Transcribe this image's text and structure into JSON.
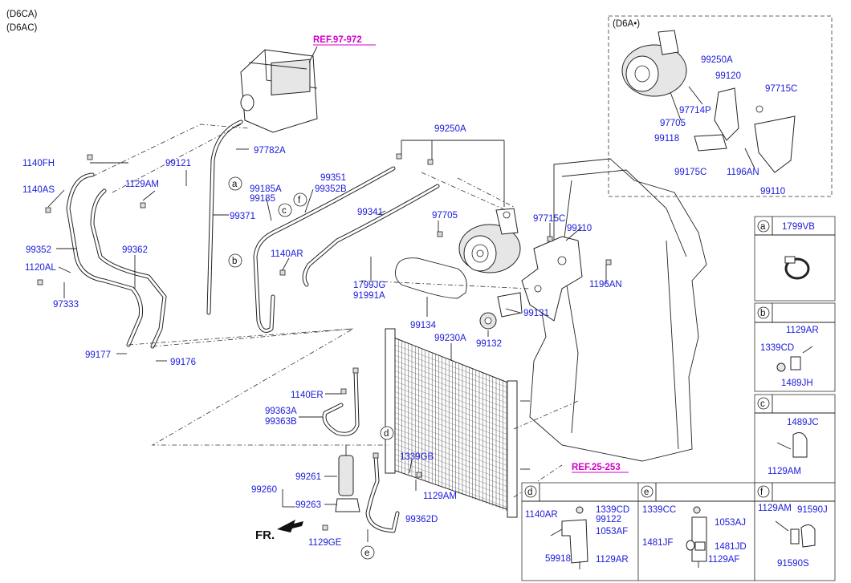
{
  "header": {
    "model_line_1": "(D6CA)",
    "model_line_2": "(D6AC)"
  },
  "refs": {
    "hvac_ref": "REF.97-972",
    "radiator_ref": "REF.25-253"
  },
  "front_indicator": "FR.",
  "inset_d6a": {
    "title": "(D6A•)",
    "labels": [
      "99250A",
      "99120",
      "97715C",
      "97714P",
      "97705",
      "99118",
      "99175C",
      "1196AN",
      "99110"
    ]
  },
  "main_labels": {
    "l99250A": "99250A",
    "l1140FH": "1140FH",
    "l99121": "99121",
    "l1140AS": "1140AS",
    "l1129AM_a": "1129AM",
    "l99352": "99352",
    "l99362": "99362",
    "l1120AL": "1120AL",
    "l97333": "97333",
    "l99177": "99177",
    "l99176": "99176",
    "l97782A": "97782A",
    "l99371": "99371",
    "l99185A": "99185A",
    "l99185": "99185",
    "l99351": "99351",
    "l99352B": "99352B",
    "l99341": "99341",
    "l1140AR": "1140AR",
    "l1799JG": "1799JG",
    "l91991A": "91991A",
    "l97705": "97705",
    "l97715C": "97715C",
    "l99110": "99110",
    "l1196AN": "1196AN",
    "l99134": "99134",
    "l99131": "99131",
    "l99132": "99132",
    "l99230A": "99230A",
    "l1140ER": "1140ER",
    "l99363A": "99363A",
    "l99363B": "99363B",
    "l1339GB": "1339GB",
    "l99261": "99261",
    "l99260": "99260",
    "l99263": "99263",
    "l1129AM_b": "1129AM",
    "l99362D": "99362D",
    "l1129GE": "1129GE"
  },
  "callouts": {
    "a": "a",
    "b": "b",
    "c": "c",
    "d": "d",
    "e": "e",
    "f": "f"
  },
  "detail_a": {
    "letter": "a",
    "part": "1799VB"
  },
  "detail_b": {
    "letter": "b",
    "labels": [
      "1129AR",
      "1339CD",
      "1489JH"
    ]
  },
  "detail_c": {
    "letter": "c",
    "labels": [
      "1489JC",
      "1129AM"
    ]
  },
  "detail_d": {
    "letter": "d",
    "labels": [
      "1140AR",
      "1339CD",
      "99122",
      "1053AF",
      "59918",
      "1129AR"
    ]
  },
  "detail_e": {
    "letter": "e",
    "labels": [
      "1339CC",
      "1053AJ",
      "1481JF",
      "1481JD",
      "1129AF"
    ]
  },
  "detail_f": {
    "letter": "f",
    "labels": [
      "1129AM",
      "91590J",
      "91590S"
    ]
  }
}
